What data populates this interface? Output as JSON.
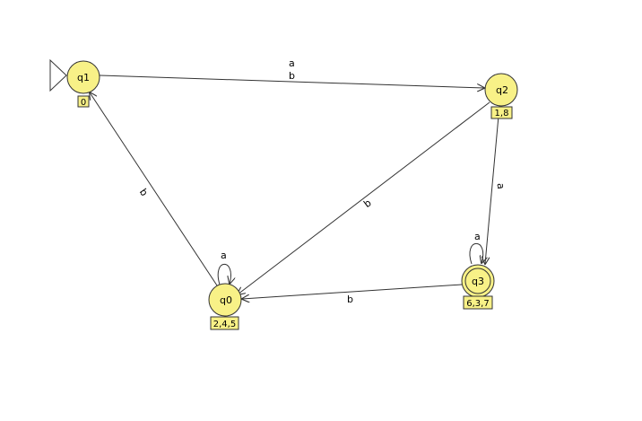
{
  "colors": {
    "state_fill": "#f8f187",
    "state_stroke": "#000000",
    "tag_fill": "#f8f187",
    "edge": "#333333",
    "background": "#ffffff"
  },
  "states": {
    "q1": {
      "label": "q1",
      "tag": "0",
      "initial": true,
      "final": false
    },
    "q2": {
      "label": "q2",
      "tag": "1,8",
      "initial": false,
      "final": false
    },
    "q0": {
      "label": "q0",
      "tag": "2,4,5",
      "initial": false,
      "final": false
    },
    "q3": {
      "label": "q3",
      "tag": "6,3,7",
      "initial": false,
      "final": true
    }
  },
  "transitions": {
    "q1_q2": {
      "from": "q1",
      "to": "q2",
      "labels": [
        "a",
        "b"
      ]
    },
    "q2_q3": {
      "from": "q2",
      "to": "q3",
      "labels": [
        "a"
      ]
    },
    "q2_q0": {
      "from": "q2",
      "to": "q0",
      "labels": [
        "b"
      ]
    },
    "q3_q0": {
      "from": "q3",
      "to": "q0",
      "labels": [
        "b"
      ]
    },
    "q0_q1": {
      "from": "q0",
      "to": "q1",
      "labels": [
        "b"
      ]
    },
    "q0_q0": {
      "from": "q0",
      "to": "q0",
      "labels": [
        "a"
      ]
    },
    "q3_q3": {
      "from": "q3",
      "to": "q3",
      "labels": [
        "a"
      ]
    }
  }
}
